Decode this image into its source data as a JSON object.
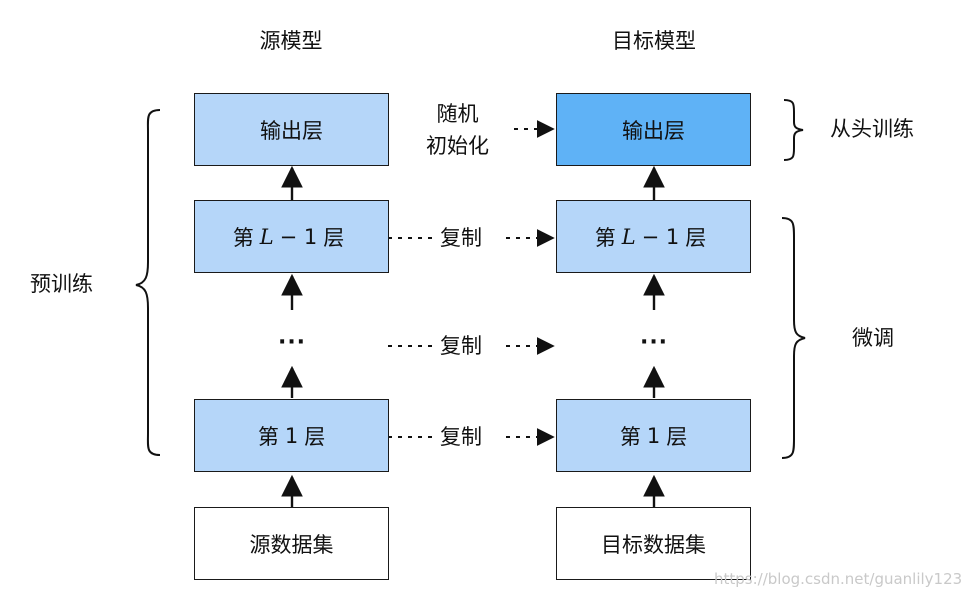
{
  "source": {
    "title": "源模型",
    "output_layer": "输出层",
    "layer_prefix": "第",
    "layer_symbol": "L",
    "layer_minus_one": "− 1",
    "layer_suffix": "层",
    "first_layer_num": "1",
    "ellipsis": "···",
    "dataset": "源数据集"
  },
  "target": {
    "title": "目标模型",
    "output_layer": "输出层",
    "layer_prefix": "第",
    "layer_symbol": "L",
    "layer_minus_one": "− 1",
    "layer_suffix": "层",
    "first_layer_num": "1",
    "ellipsis": "···",
    "dataset": "目标数据集"
  },
  "transfer": {
    "random_init_line1": "随机",
    "random_init_line2": "初始化",
    "copy": "复制"
  },
  "annotations": {
    "pretrain": "预训练",
    "train_from_scratch": "从头训练",
    "fine_tune": "微调"
  },
  "watermark": "https://blog.csdn.net/guanlily123",
  "colors": {
    "layer_fill": "#b5d6f9",
    "output_fill_target": "#5fb2f6",
    "stroke": "#1a1a1a"
  }
}
